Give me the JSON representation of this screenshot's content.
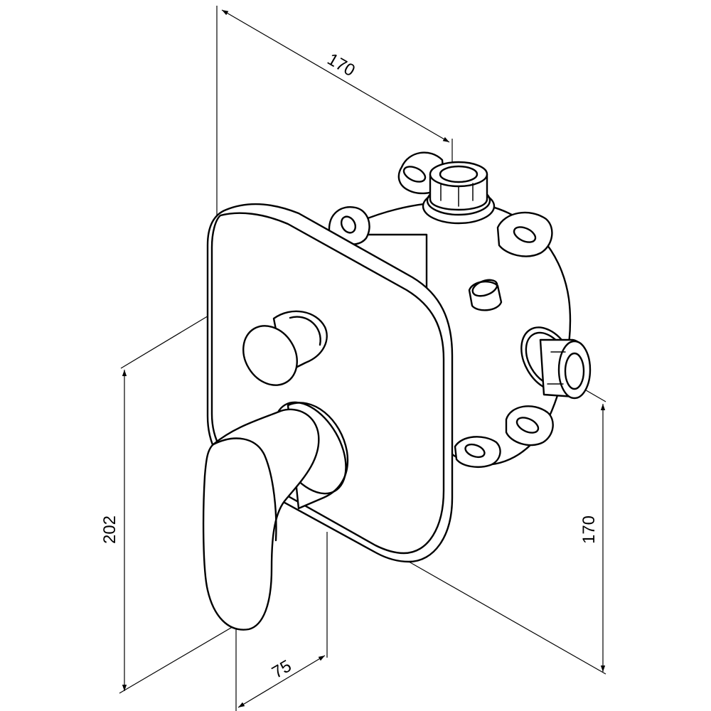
{
  "drawing": {
    "dimensions": {
      "top_width": "170",
      "right_height": "170",
      "left_height": "202",
      "bottom_depth": "75"
    },
    "colors": {
      "line": "#000000",
      "background": "#ffffff"
    }
  }
}
